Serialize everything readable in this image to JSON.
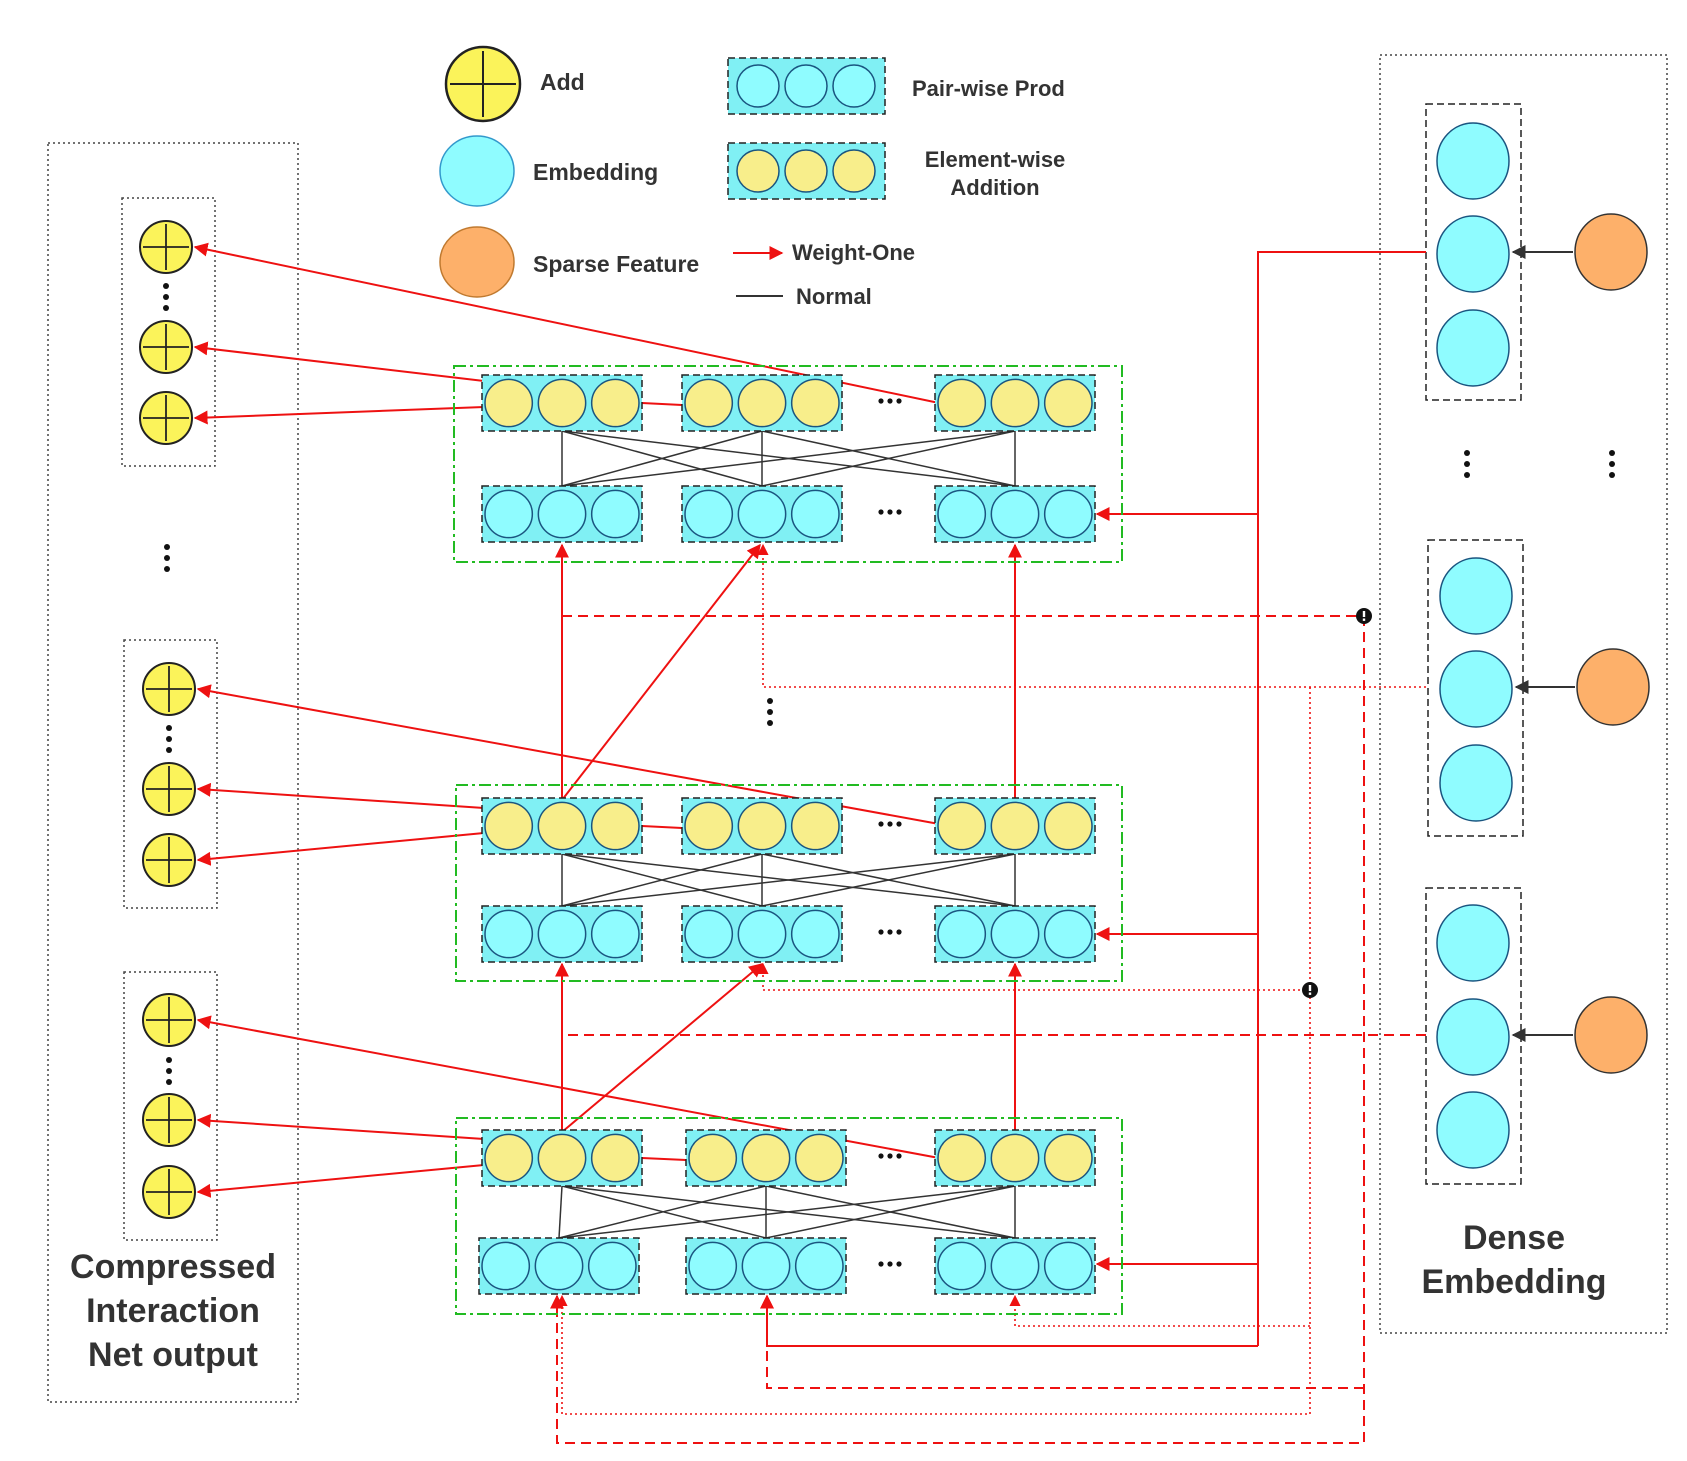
{
  "legend": {
    "add": "Add",
    "embedding": "Embedding",
    "sparse_feature": "Sparse Feature",
    "pairwise_prod": "Pair-wise Prod",
    "elementwise_line1": "Element-wise",
    "elementwise_line2": "Addition",
    "weight_one": "Weight-One",
    "normal": "Normal"
  },
  "left_panel": {
    "line1": "Compressed",
    "line2": "Interaction",
    "line3": "Net output"
  },
  "right_panel": {
    "line1": "Dense",
    "line2": "Embedding"
  },
  "colors": {
    "add_fill": "#fbf35a",
    "product_fill": "#f8ee8b",
    "embedding_fill": "#8ffcff",
    "group_box_fill": "#80f0f4",
    "sparse_fill": "#fdb06a",
    "weight_one": "#ee1111",
    "normal": "#333333",
    "layer_border": "#22bb22"
  },
  "icons": {
    "add": "circled-plus-icon",
    "warning": "exclamation-dot-icon"
  }
}
